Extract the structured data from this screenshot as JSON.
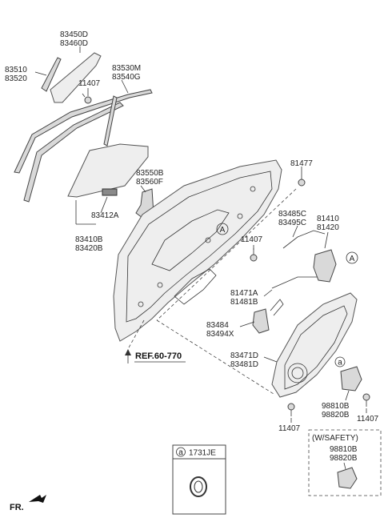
{
  "labels": {
    "p83450D": "83450D",
    "p83460D": "83460D",
    "p83510": "83510",
    "p83520": "83520",
    "p11407_a": "11407",
    "p83530M": "83530M",
    "p83540G": "83540G",
    "p81477": "81477",
    "p83550B": "83550B",
    "p83560F": "83560F",
    "p83485C": "83485C",
    "p83495C": "83495C",
    "p81410": "81410",
    "p81420": "81420",
    "p83412A": "83412A",
    "p11407_b": "11407",
    "p83410B": "83410B",
    "p83420B": "83420B",
    "p81471A": "81471A",
    "p81481B": "81481B",
    "p83484": "83484",
    "p83494X": "83494X",
    "ref": "REF.60-770",
    "p83471D": "83471D",
    "p83481D": "83481D",
    "p98810B": "98810B",
    "p98820B": "98820B",
    "p11407_c": "11407",
    "p11407_d": "11407",
    "safety": "(W/SAFETY)",
    "p98810B_s": "98810B",
    "p98820B_s": "98820B",
    "legend_part": "1731JE",
    "fr": "FR."
  },
  "callouts": {
    "A": "A",
    "a": "a"
  },
  "colors": {
    "line": "#333333",
    "part_fill": "#d9d9d9",
    "dark_part": "#8a8a8a"
  }
}
